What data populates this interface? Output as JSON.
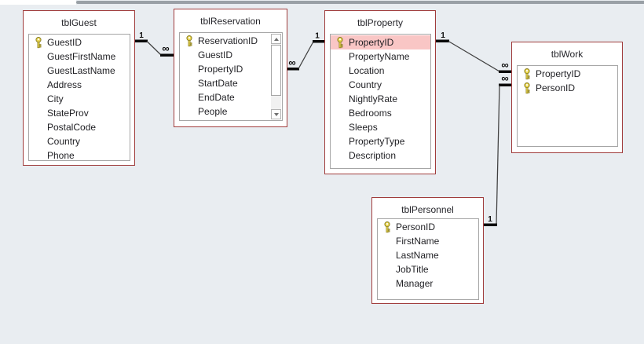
{
  "window": {
    "view": "Relationships",
    "colors": {
      "canvas": "#e9edf1",
      "table_border": "#a03c3c",
      "inner_border": "#a6a6a6",
      "selected_field_highlight": "#f9c6c5",
      "relationship_line": "#404040",
      "key_icon_gold": "#ead64e"
    }
  },
  "tables": [
    {
      "id": "guest",
      "name": "tblGuest",
      "fields": [
        {
          "label": "GuestID",
          "key": true
        },
        {
          "label": "GuestFirstName",
          "key": false
        },
        {
          "label": "GuestLastName",
          "key": false
        },
        {
          "label": "Address",
          "key": false
        },
        {
          "label": "City",
          "key": false
        },
        {
          "label": "StateProv",
          "key": false
        },
        {
          "label": "PostalCode",
          "key": false
        },
        {
          "label": "Country",
          "key": false
        },
        {
          "label": "Phone",
          "key": false
        }
      ]
    },
    {
      "id": "reservation",
      "name": "tblReservation",
      "scrollbar": true,
      "fields": [
        {
          "label": "ReservationID",
          "key": true
        },
        {
          "label": "GuestID",
          "key": false
        },
        {
          "label": "PropertyID",
          "key": false
        },
        {
          "label": "StartDate",
          "key": false
        },
        {
          "label": "EndDate",
          "key": false
        },
        {
          "label": "People",
          "key": false
        }
      ]
    },
    {
      "id": "property",
      "name": "tblProperty",
      "fields": [
        {
          "label": "PropertyID",
          "key": true,
          "highlighted": true
        },
        {
          "label": "PropertyName",
          "key": false
        },
        {
          "label": "Location",
          "key": false
        },
        {
          "label": "Country",
          "key": false
        },
        {
          "label": "NightlyRate",
          "key": false
        },
        {
          "label": "Bedrooms",
          "key": false
        },
        {
          "label": "Sleeps",
          "key": false
        },
        {
          "label": "PropertyType",
          "key": false
        },
        {
          "label": "Description",
          "key": false
        }
      ]
    },
    {
      "id": "work",
      "name": "tblWork",
      "fields": [
        {
          "label": "PropertyID",
          "key": true
        },
        {
          "label": "PersonID",
          "key": true
        }
      ]
    },
    {
      "id": "personnel",
      "name": "tblPersonnel",
      "fields": [
        {
          "label": "PersonID",
          "key": true
        },
        {
          "label": "FirstName",
          "key": false
        },
        {
          "label": "LastName",
          "key": false
        },
        {
          "label": "JobTitle",
          "key": false
        },
        {
          "label": "Manager",
          "key": false
        }
      ]
    }
  ],
  "relationships": [
    {
      "from": "tblGuest",
      "to": "tblReservation",
      "one_label": "1",
      "many_label": "∞"
    },
    {
      "from": "tblReservation",
      "to": "tblProperty",
      "one_label": "1",
      "many_label": "∞"
    },
    {
      "from": "tblProperty",
      "to": "tblWork",
      "one_label": "1",
      "many_label": "∞"
    },
    {
      "from": "tblPersonnel",
      "to": "tblWork",
      "one_label": "1",
      "many_label": "∞"
    }
  ]
}
